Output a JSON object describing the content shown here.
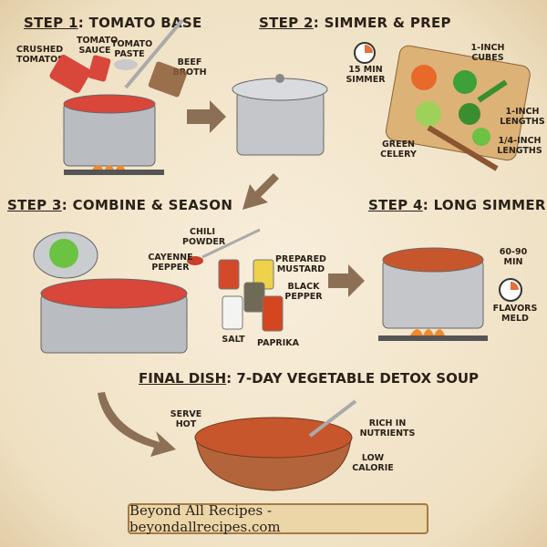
{
  "steps": [
    {
      "prefix": "STEP 1",
      "title": "TOMATO BASE",
      "labels": [
        "CRUSHED TOMATOS",
        "TOMATO SAUCE",
        "TOMATO PASTE",
        "BEEF BROTH"
      ]
    },
    {
      "prefix": "STEP 2",
      "title": "SIMMER & PREP",
      "labels": [
        "15 MIN SIMMER",
        "1-INCH CUBES",
        "1-INCH LENGTHS",
        "1/4-INCH LENGTHS",
        "GREEN CELERY"
      ]
    },
    {
      "prefix": "STEP 3",
      "title": "COMBINE & SEASON",
      "labels": [
        "CHILI POWDER",
        "CAYENNE PEPPER",
        "PREPARED MUSTARD",
        "BLACK PEPPER",
        "SALT",
        "PAPRIKA"
      ]
    },
    {
      "prefix": "STEP 4",
      "title": "LONG SIMMER",
      "labels": [
        "60-90 MIN",
        "FLAVORS MELD"
      ]
    }
  ],
  "final": {
    "prefix": "FINAL DISH",
    "title": "7-DAY VEGETABLE DETOX SOUP",
    "labels": [
      "SERVE HOT",
      "RICH IN NUTRIENTS",
      "LOW CALORIE"
    ]
  },
  "banner": "Beyond All Recipes - beyondallrecipes.com",
  "colors": {
    "background": "#f3e7cf",
    "tomato": "#d9463a",
    "pot": "#b9bcc0",
    "soup": "#c8562c",
    "bowl": "#b4643a"
  }
}
